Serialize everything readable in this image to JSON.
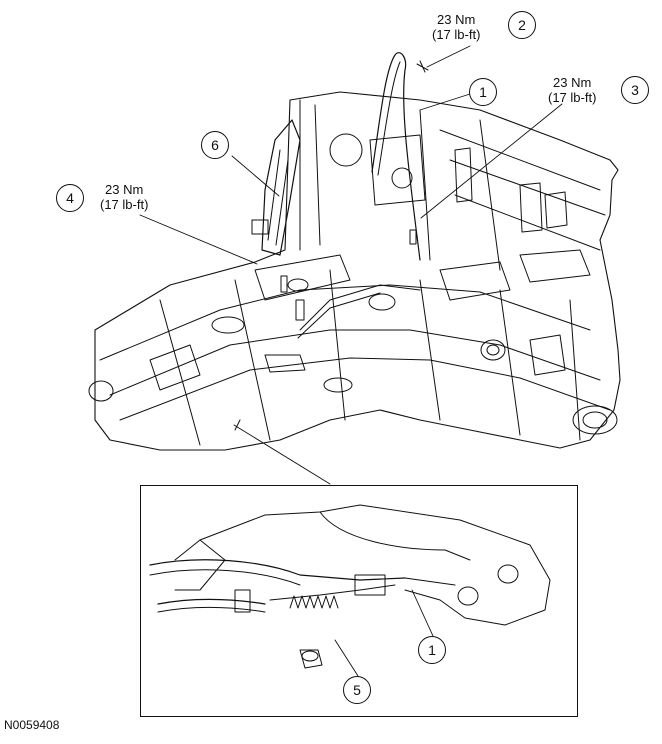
{
  "figure_id": "N0059408",
  "torque_specs": {
    "spec_2": {
      "nm": "23 Nm",
      "lbft": "(17 lb-ft)"
    },
    "spec_3": {
      "nm": "23 Nm",
      "lbft": "(17 lb-ft)"
    },
    "spec_4": {
      "nm": "23 Nm",
      "lbft": "(17 lb-ft)"
    }
  },
  "callouts": {
    "c1_main": "1",
    "c2": "2",
    "c3": "3",
    "c4": "4",
    "c5": "5",
    "c6": "6",
    "c1_detail": "1"
  },
  "colors": {
    "line": "#111111",
    "background": "#ffffff"
  }
}
